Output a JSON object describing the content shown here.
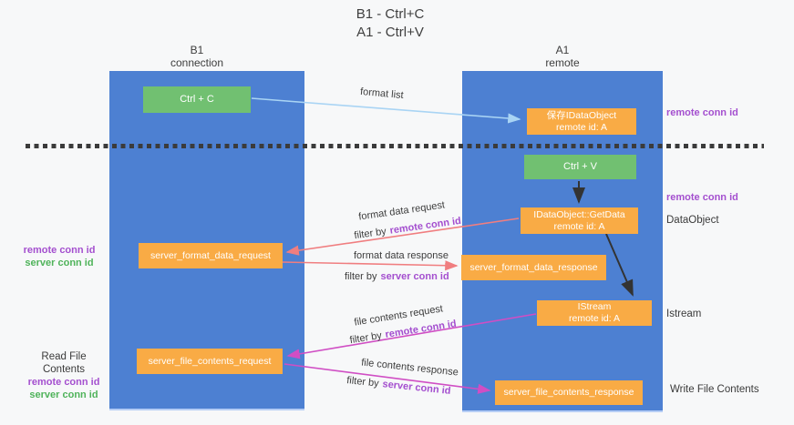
{
  "title": {
    "line1": "B1 - Ctrl+C",
    "line2": "A1 - Ctrl+V"
  },
  "columns": [
    {
      "name": "B1",
      "role": "connection"
    },
    {
      "name": "A1",
      "role": "remote"
    }
  ],
  "nodes": {
    "ctrl_c": "Ctrl + C",
    "ctrl_v": "Ctrl + V",
    "save_idataobject": {
      "line1": "保存IDataObject",
      "line2": "remote id: A"
    },
    "idataobject_getdata": {
      "line1": "IDataObject::GetData",
      "line2": "remote id: A"
    },
    "istream": {
      "line1": "IStream",
      "line2": "remote id: A"
    },
    "server_format_data_request": "server_format_data_request",
    "server_format_data_response": "server_format_data_response",
    "server_file_contents_request": "server_file_contents_request",
    "server_file_contents_response": "server_file_contents_response"
  },
  "edge_labels": {
    "format_list": "format list",
    "format_data_request": "format data request",
    "format_data_response": "format data response",
    "file_contents_request": "file contents request",
    "file_contents_response": "file contents response",
    "filter_by": "filter by",
    "remote_conn_id": "remote conn id",
    "server_conn_id": "server conn id"
  },
  "side_labels": {
    "right_top_remote_conn_id": "remote conn id",
    "right_mid_remote_conn_id": "remote conn id",
    "dataobject": "DataObject",
    "istream": "Istream",
    "write_file_contents": "Write File Contents",
    "left_remote_conn_id": "remote conn id",
    "left_server_conn_id": "server conn id",
    "read_file_contents": "Read File Contents",
    "read_remote_conn_id": "remote conn id",
    "read_server_conn_id": "server conn id"
  },
  "colors": {
    "column_blue": "#4d80d2",
    "box_green": "#71c071",
    "box_orange": "#f9ab45",
    "arrow_light_blue": "#a9d4f4",
    "arrow_salmon": "#f07e80",
    "arrow_magenta": "#d04ec4",
    "arrow_black": "#333333",
    "label_purple": "#a44fcf",
    "label_green": "#4fb35a",
    "text_dark": "#3b3b3b"
  }
}
